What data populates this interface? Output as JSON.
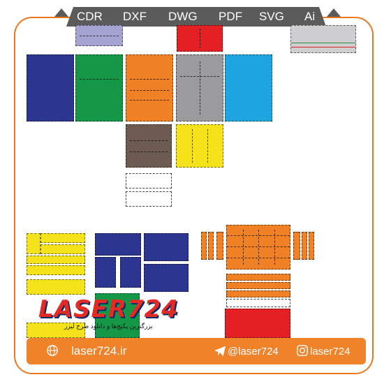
{
  "formats": [
    "CDR",
    "DXF",
    "DWG",
    "PDF",
    "SVG",
    "Ai"
  ],
  "footer": {
    "website": "laser724.ir",
    "telegram": "@laser724",
    "instagram": "laser724"
  },
  "logo": {
    "wordmark": "LASER724",
    "tagline": "بزرگترین پکیج‌ها و دانلود طرح لیزر"
  },
  "watermark": "laser724.ir",
  "colors": {
    "accent": "#f0832a",
    "tabbar": "#5b5b5b",
    "logo_red": "#e12b24",
    "logo_navy": "#0b2d6b"
  },
  "icons": [
    "globe-icon",
    "telegram-icon",
    "instagram-icon"
  ]
}
